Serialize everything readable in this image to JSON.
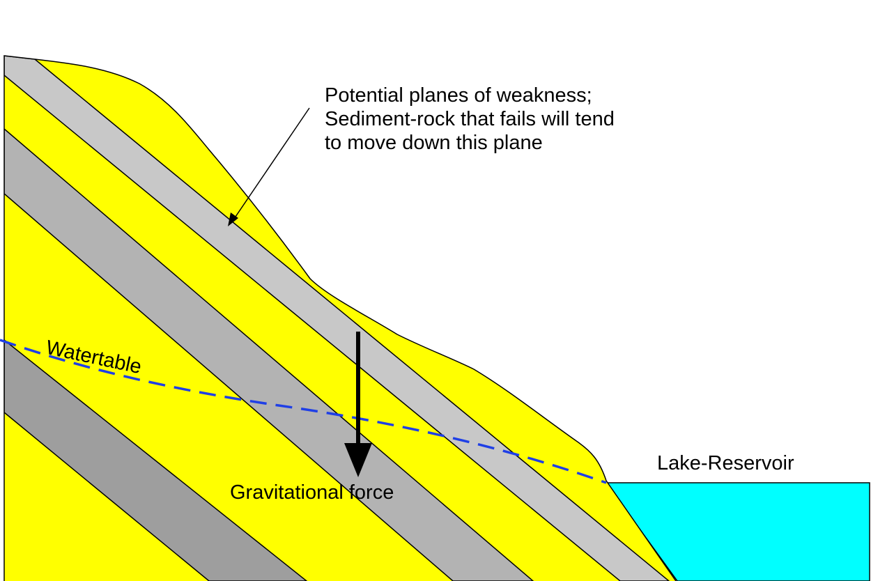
{
  "diagram": {
    "callout_lines": [
      "Potential planes of weakness;",
      "Sediment-rock that fails will tend",
      "to move down this plane"
    ],
    "watertable_label": "Watertable",
    "force_label": "Gravitational force",
    "reservoir_label": "Lake-Reservoir"
  },
  "colors": {
    "sediment": "#ffff00",
    "weakness_plane": "#c8c8c8",
    "rock_layer_mid": "#b3b3b3",
    "rock_layer_deep": "#9e9e9e",
    "reservoir_water": "#00ffff",
    "watertable_line": "#1f3fe6",
    "outline": "#000000"
  }
}
